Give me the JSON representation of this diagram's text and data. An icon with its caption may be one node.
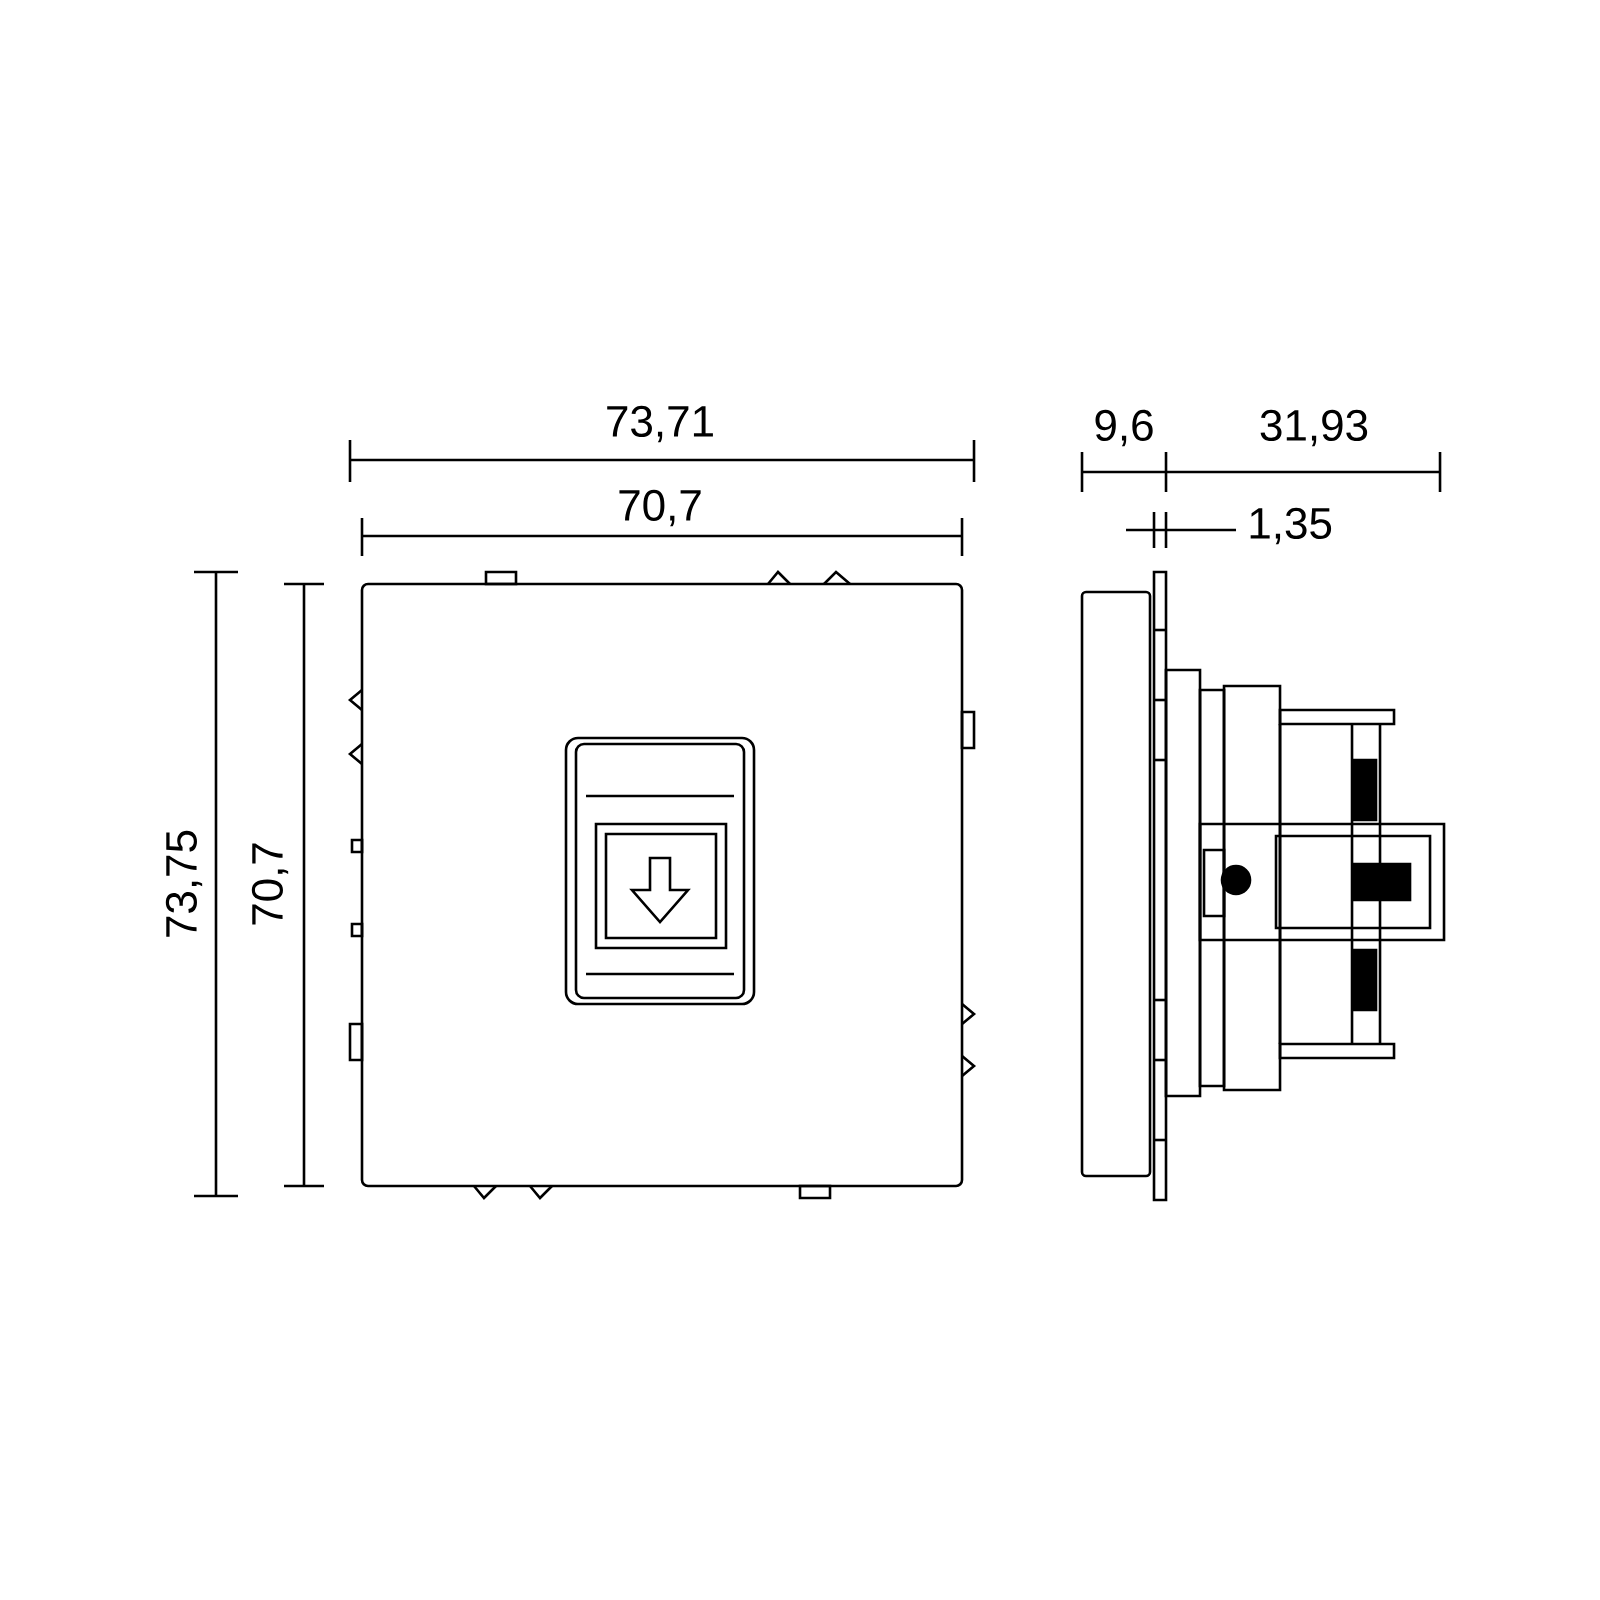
{
  "diagram": {
    "labels": [
      "73,71",
      "9,6",
      "31,93",
      "70,7",
      "1,35",
      "73,75",
      "70,7"
    ]
  }
}
